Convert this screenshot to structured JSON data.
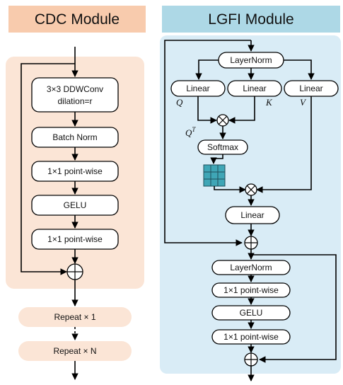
{
  "colors": {
    "cdc_header": "#f8cbad",
    "cdc_panel": "#fbe5d6",
    "lgfi_header": "#add8e6",
    "lgfi_panel": "#d9ecf6",
    "matrix": "#3fa6b6",
    "block_fill": "#ffffff",
    "line": "#000000"
  },
  "cdc": {
    "title": "CDC Module",
    "dwconv_line1": "3×3 DDWConv",
    "dwconv_line2": "dilation=r",
    "batchnorm": "Batch Norm",
    "pointwise1": "1×1 point-wise",
    "gelu": "GELU",
    "pointwise2": "1×1 point-wise",
    "repeat1": "Repeat × 1",
    "repeatN": "Repeat × N"
  },
  "lgfi": {
    "title": "LGFI Module",
    "layernorm1": "LayerNorm",
    "linear_q": "Linear",
    "linear_k": "Linear",
    "linear_v": "Linear",
    "label_q": "Q",
    "label_k": "K",
    "label_v": "V",
    "label_qt": "Q",
    "label_qt_sup": "T",
    "softmax": "Softmax",
    "linear_out": "Linear",
    "layernorm2": "LayerNorm",
    "pointwise1": "1×1 point-wise",
    "gelu": "GELU",
    "pointwise2": "1×1 point-wise"
  }
}
